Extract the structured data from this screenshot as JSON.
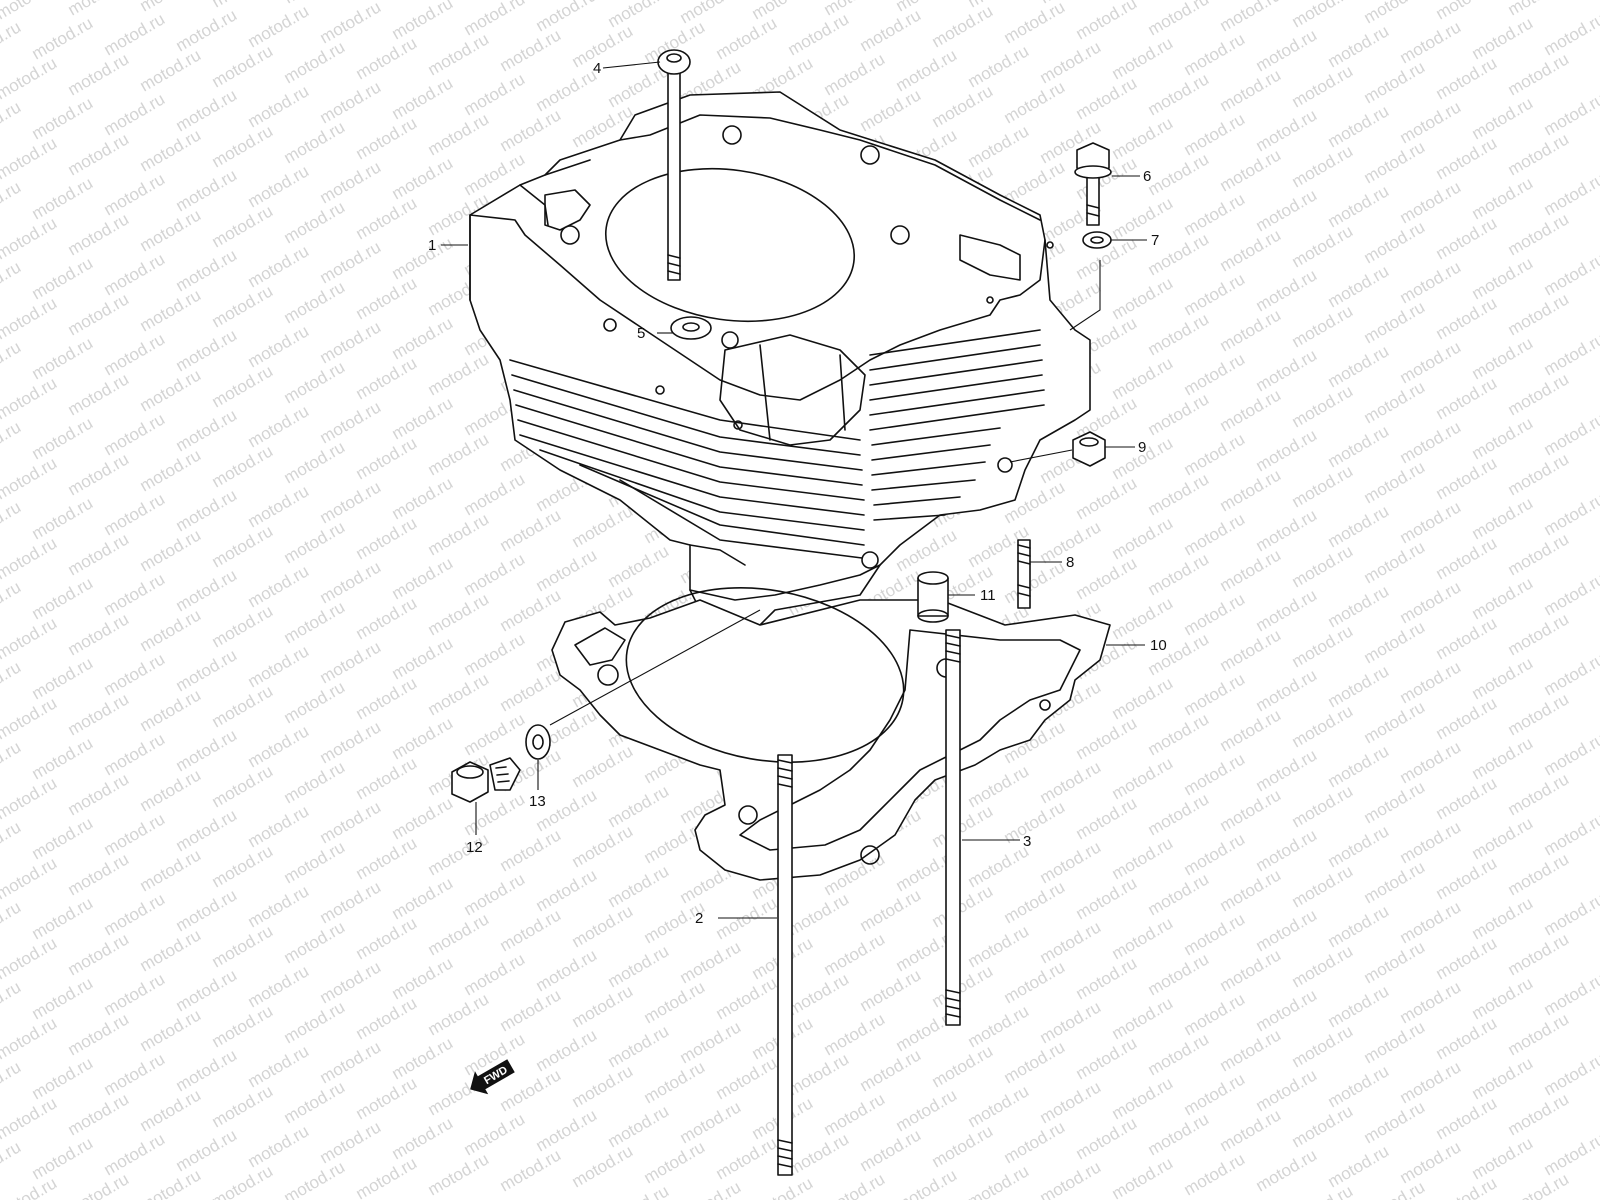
{
  "watermark": {
    "text": "motod.ru"
  },
  "direction_badge": {
    "label": "FWD"
  },
  "callouts": [
    {
      "id": "1",
      "label": "1"
    },
    {
      "id": "2",
      "label": "2"
    },
    {
      "id": "3",
      "label": "3"
    },
    {
      "id": "4",
      "label": "4"
    },
    {
      "id": "5",
      "label": "5"
    },
    {
      "id": "6",
      "label": "6"
    },
    {
      "id": "7",
      "label": "7"
    },
    {
      "id": "8",
      "label": "8"
    },
    {
      "id": "9",
      "label": "9"
    },
    {
      "id": "10",
      "label": "10"
    },
    {
      "id": "11",
      "label": "11"
    },
    {
      "id": "12",
      "label": "12"
    },
    {
      "id": "13",
      "label": "13"
    }
  ]
}
